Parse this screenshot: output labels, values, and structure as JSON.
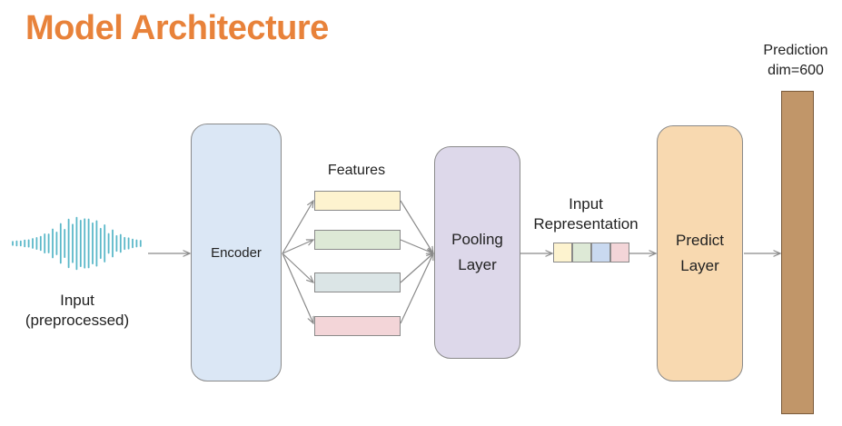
{
  "title": "Model Architecture",
  "input": {
    "line1": "Input",
    "line2": "(preprocessed)"
  },
  "encoder": {
    "label": "Encoder",
    "color": "#dbe7f5"
  },
  "features": {
    "label": "Features",
    "colors": [
      "#fdf3cf",
      "#dde9d6",
      "#dbe5e6",
      "#f3d5d8"
    ]
  },
  "pooling": {
    "line1": "Pooling",
    "line2": "Layer",
    "color": "#ddd8ea"
  },
  "input_representation": {
    "line1": "Input",
    "line2": "Representation",
    "colors": [
      "#fdf3cf",
      "#dde9d6",
      "#c9d9f0",
      "#f3d5d8"
    ]
  },
  "predict": {
    "line1": "Predict",
    "line2": "Layer",
    "color": "#f8d9b0"
  },
  "prediction": {
    "line1": "Prediction",
    "line2": "dim=600",
    "color": "#c19669"
  },
  "colors": {
    "title": "#e8823a",
    "waveform": "#5bb8c9",
    "arrow": "#8a8a8a"
  }
}
